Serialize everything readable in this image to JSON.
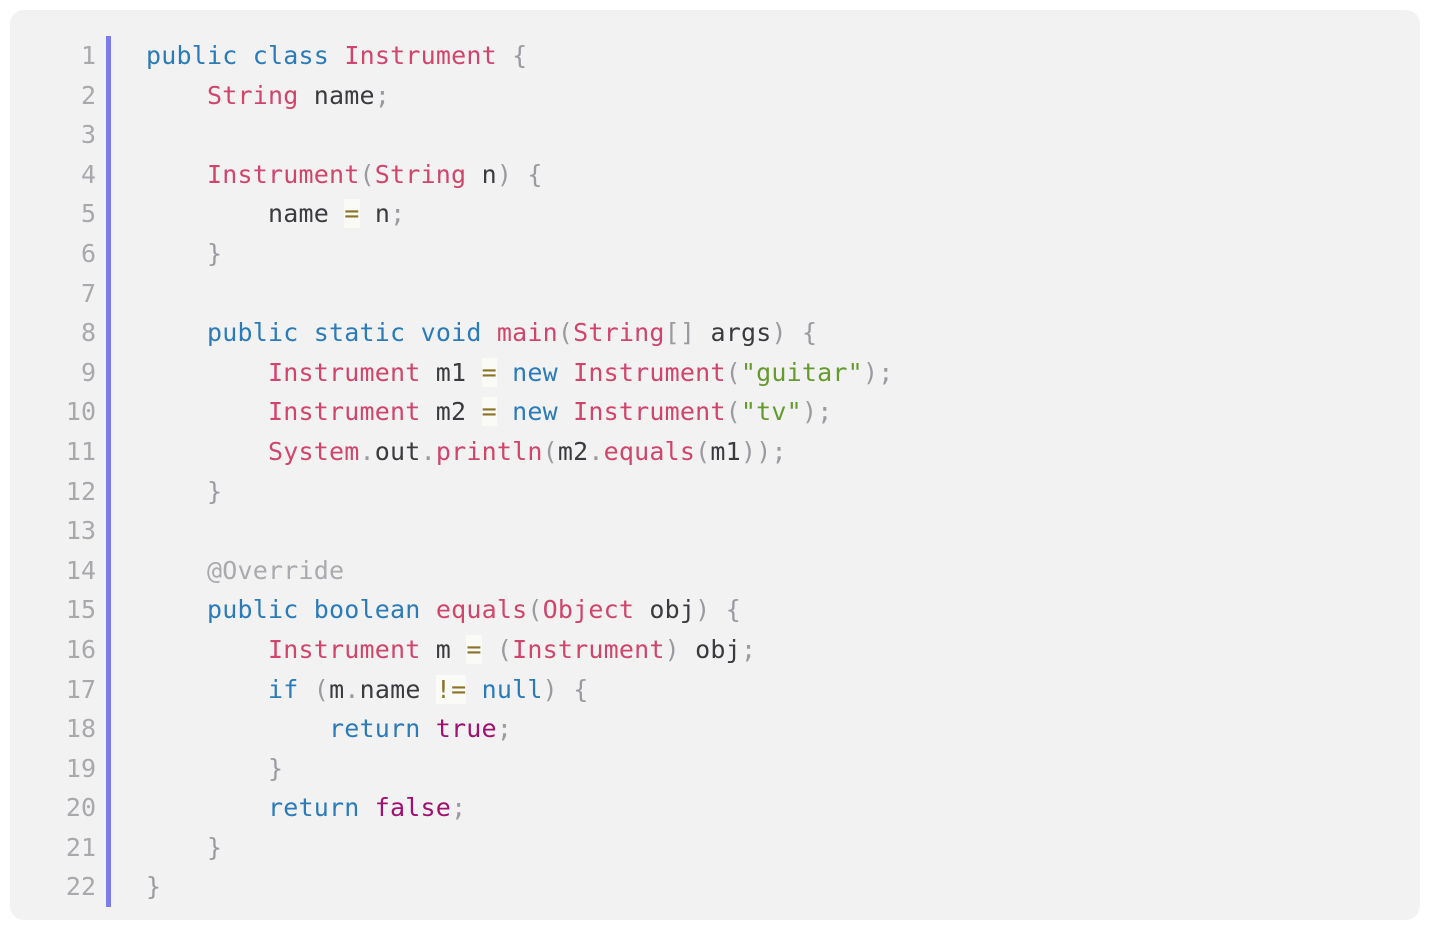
{
  "editor": {
    "language": "java",
    "gutter_bar_color": "#7b7bec",
    "background_color": "#f2f2f3",
    "page_background_color": "#ffffff",
    "total_lines": 22
  },
  "palette": {
    "keyword": "#2b7bb9",
    "type": "#d0456c",
    "function": "#d0456c",
    "string": "#659b2e",
    "constant": "#a01070",
    "annotation": "#a9a9ae",
    "punctuation": "#9a9aa0",
    "plain": "#3b3b3f",
    "operator": "#8a7326",
    "operator_background": "#fafaf7",
    "line_number": "#a8a8ad"
  },
  "lines": [
    {
      "number": "1",
      "text": "public class Instrument {"
    },
    {
      "number": "2",
      "text": "    String name;"
    },
    {
      "number": "3",
      "text": ""
    },
    {
      "number": "4",
      "text": "    Instrument(String n) {"
    },
    {
      "number": "5",
      "text": "        name = n;"
    },
    {
      "number": "6",
      "text": "    }"
    },
    {
      "number": "7",
      "text": ""
    },
    {
      "number": "8",
      "text": "    public static void main(String[] args) {"
    },
    {
      "number": "9",
      "text": "        Instrument m1 = new Instrument(\"guitar\");"
    },
    {
      "number": "10",
      "text": "        Instrument m2 = new Instrument(\"tv\");"
    },
    {
      "number": "11",
      "text": "        System.out.println(m2.equals(m1));"
    },
    {
      "number": "12",
      "text": "    }"
    },
    {
      "number": "13",
      "text": ""
    },
    {
      "number": "14",
      "text": "    @Override"
    },
    {
      "number": "15",
      "text": "    public boolean equals(Object obj) {"
    },
    {
      "number": "16",
      "text": "        Instrument m = (Instrument) obj;"
    },
    {
      "number": "17",
      "text": "        if (m.name != null) {"
    },
    {
      "number": "18",
      "text": "            return true;"
    },
    {
      "number": "19",
      "text": "        }"
    },
    {
      "number": "20",
      "text": "        return false;"
    },
    {
      "number": "21",
      "text": "    }"
    },
    {
      "number": "22",
      "text": "}"
    }
  ],
  "tokens": [
    [
      {
        "t": "public",
        "c": "kw"
      },
      {
        "t": " ",
        "c": "plain"
      },
      {
        "t": "class",
        "c": "kw"
      },
      {
        "t": " ",
        "c": "plain"
      },
      {
        "t": "Instrument",
        "c": "type"
      },
      {
        "t": " ",
        "c": "plain"
      },
      {
        "t": "{",
        "c": "punc"
      }
    ],
    [
      {
        "t": "    ",
        "c": "plain"
      },
      {
        "t": "String",
        "c": "type"
      },
      {
        "t": " ",
        "c": "plain"
      },
      {
        "t": "name",
        "c": "plain"
      },
      {
        "t": ";",
        "c": "punc"
      }
    ],
    [],
    [
      {
        "t": "    ",
        "c": "plain"
      },
      {
        "t": "Instrument",
        "c": "type"
      },
      {
        "t": "(",
        "c": "punc"
      },
      {
        "t": "String",
        "c": "type"
      },
      {
        "t": " ",
        "c": "plain"
      },
      {
        "t": "n",
        "c": "plain"
      },
      {
        "t": ")",
        "c": "punc"
      },
      {
        "t": " ",
        "c": "plain"
      },
      {
        "t": "{",
        "c": "punc"
      }
    ],
    [
      {
        "t": "        ",
        "c": "plain"
      },
      {
        "t": "name",
        "c": "plain"
      },
      {
        "t": " ",
        "c": "plain"
      },
      {
        "t": "=",
        "c": "op"
      },
      {
        "t": " ",
        "c": "plain"
      },
      {
        "t": "n",
        "c": "plain"
      },
      {
        "t": ";",
        "c": "punc"
      }
    ],
    [
      {
        "t": "    ",
        "c": "plain"
      },
      {
        "t": "}",
        "c": "punc"
      }
    ],
    [],
    [
      {
        "t": "    ",
        "c": "plain"
      },
      {
        "t": "public",
        "c": "kw"
      },
      {
        "t": " ",
        "c": "plain"
      },
      {
        "t": "static",
        "c": "kw"
      },
      {
        "t": " ",
        "c": "plain"
      },
      {
        "t": "void",
        "c": "kw"
      },
      {
        "t": " ",
        "c": "plain"
      },
      {
        "t": "main",
        "c": "fn"
      },
      {
        "t": "(",
        "c": "punc"
      },
      {
        "t": "String",
        "c": "type"
      },
      {
        "t": "[]",
        "c": "punc"
      },
      {
        "t": " ",
        "c": "plain"
      },
      {
        "t": "args",
        "c": "plain"
      },
      {
        "t": ")",
        "c": "punc"
      },
      {
        "t": " ",
        "c": "plain"
      },
      {
        "t": "{",
        "c": "punc"
      }
    ],
    [
      {
        "t": "        ",
        "c": "plain"
      },
      {
        "t": "Instrument",
        "c": "type"
      },
      {
        "t": " ",
        "c": "plain"
      },
      {
        "t": "m1",
        "c": "plain"
      },
      {
        "t": " ",
        "c": "plain"
      },
      {
        "t": "=",
        "c": "op"
      },
      {
        "t": " ",
        "c": "plain"
      },
      {
        "t": "new",
        "c": "kw"
      },
      {
        "t": " ",
        "c": "plain"
      },
      {
        "t": "Instrument",
        "c": "type"
      },
      {
        "t": "(",
        "c": "punc"
      },
      {
        "t": "\"guitar\"",
        "c": "str"
      },
      {
        "t": ")",
        "c": "punc"
      },
      {
        "t": ";",
        "c": "punc"
      }
    ],
    [
      {
        "t": "        ",
        "c": "plain"
      },
      {
        "t": "Instrument",
        "c": "type"
      },
      {
        "t": " ",
        "c": "plain"
      },
      {
        "t": "m2",
        "c": "plain"
      },
      {
        "t": " ",
        "c": "plain"
      },
      {
        "t": "=",
        "c": "op"
      },
      {
        "t": " ",
        "c": "plain"
      },
      {
        "t": "new",
        "c": "kw"
      },
      {
        "t": " ",
        "c": "plain"
      },
      {
        "t": "Instrument",
        "c": "type"
      },
      {
        "t": "(",
        "c": "punc"
      },
      {
        "t": "\"tv\"",
        "c": "str"
      },
      {
        "t": ")",
        "c": "punc"
      },
      {
        "t": ";",
        "c": "punc"
      }
    ],
    [
      {
        "t": "        ",
        "c": "plain"
      },
      {
        "t": "System",
        "c": "type"
      },
      {
        "t": ".",
        "c": "punc"
      },
      {
        "t": "out",
        "c": "plain"
      },
      {
        "t": ".",
        "c": "punc"
      },
      {
        "t": "println",
        "c": "fn"
      },
      {
        "t": "(",
        "c": "punc"
      },
      {
        "t": "m2",
        "c": "plain"
      },
      {
        "t": ".",
        "c": "punc"
      },
      {
        "t": "equals",
        "c": "fn"
      },
      {
        "t": "(",
        "c": "punc"
      },
      {
        "t": "m1",
        "c": "plain"
      },
      {
        "t": "))",
        "c": "punc"
      },
      {
        "t": ";",
        "c": "punc"
      }
    ],
    [
      {
        "t": "    ",
        "c": "plain"
      },
      {
        "t": "}",
        "c": "punc"
      }
    ],
    [],
    [
      {
        "t": "    ",
        "c": "plain"
      },
      {
        "t": "@Override",
        "c": "anno"
      }
    ],
    [
      {
        "t": "    ",
        "c": "plain"
      },
      {
        "t": "public",
        "c": "kw"
      },
      {
        "t": " ",
        "c": "plain"
      },
      {
        "t": "boolean",
        "c": "kw"
      },
      {
        "t": " ",
        "c": "plain"
      },
      {
        "t": "equals",
        "c": "fn"
      },
      {
        "t": "(",
        "c": "punc"
      },
      {
        "t": "Object",
        "c": "type"
      },
      {
        "t": " ",
        "c": "plain"
      },
      {
        "t": "obj",
        "c": "plain"
      },
      {
        "t": ")",
        "c": "punc"
      },
      {
        "t": " ",
        "c": "plain"
      },
      {
        "t": "{",
        "c": "punc"
      }
    ],
    [
      {
        "t": "        ",
        "c": "plain"
      },
      {
        "t": "Instrument",
        "c": "type"
      },
      {
        "t": " ",
        "c": "plain"
      },
      {
        "t": "m",
        "c": "plain"
      },
      {
        "t": " ",
        "c": "plain"
      },
      {
        "t": "=",
        "c": "op"
      },
      {
        "t": " ",
        "c": "plain"
      },
      {
        "t": "(",
        "c": "punc"
      },
      {
        "t": "Instrument",
        "c": "type"
      },
      {
        "t": ")",
        "c": "punc"
      },
      {
        "t": " ",
        "c": "plain"
      },
      {
        "t": "obj",
        "c": "plain"
      },
      {
        "t": ";",
        "c": "punc"
      }
    ],
    [
      {
        "t": "        ",
        "c": "plain"
      },
      {
        "t": "if",
        "c": "kw"
      },
      {
        "t": " ",
        "c": "plain"
      },
      {
        "t": "(",
        "c": "punc"
      },
      {
        "t": "m",
        "c": "plain"
      },
      {
        "t": ".",
        "c": "punc"
      },
      {
        "t": "name",
        "c": "plain"
      },
      {
        "t": " ",
        "c": "plain"
      },
      {
        "t": "!=",
        "c": "op"
      },
      {
        "t": " ",
        "c": "plain"
      },
      {
        "t": "null",
        "c": "kw"
      },
      {
        "t": ")",
        "c": "punc"
      },
      {
        "t": " ",
        "c": "plain"
      },
      {
        "t": "{",
        "c": "punc"
      }
    ],
    [
      {
        "t": "            ",
        "c": "plain"
      },
      {
        "t": "return",
        "c": "kw"
      },
      {
        "t": " ",
        "c": "plain"
      },
      {
        "t": "true",
        "c": "const"
      },
      {
        "t": ";",
        "c": "punc"
      }
    ],
    [
      {
        "t": "        ",
        "c": "plain"
      },
      {
        "t": "}",
        "c": "punc"
      }
    ],
    [
      {
        "t": "        ",
        "c": "plain"
      },
      {
        "t": "return",
        "c": "kw"
      },
      {
        "t": " ",
        "c": "plain"
      },
      {
        "t": "false",
        "c": "const"
      },
      {
        "t": ";",
        "c": "punc"
      }
    ],
    [
      {
        "t": "    ",
        "c": "plain"
      },
      {
        "t": "}",
        "c": "punc"
      }
    ],
    [
      {
        "t": "}",
        "c": "punc"
      }
    ]
  ]
}
